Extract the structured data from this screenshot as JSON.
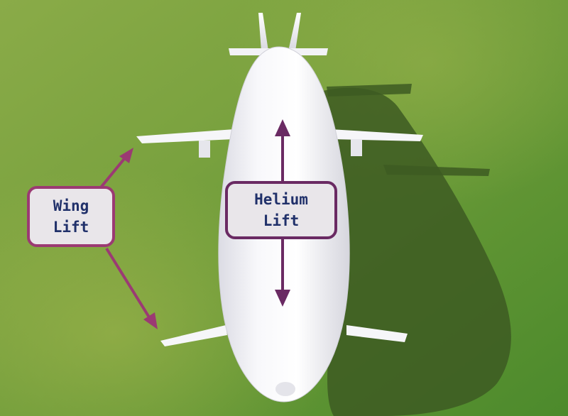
{
  "labels": {
    "wing": [
      "Wing",
      "Lift"
    ],
    "helium": [
      "Helium",
      "Lift"
    ]
  },
  "colors": {
    "ground_light": "#8fb04a",
    "ground_dark": "#4f8a2c",
    "shadow": "#3f5e22",
    "airship_body": "#f3f3f6",
    "wing_arrow": "#9b3a73",
    "helium_arrow": "#6a2a63",
    "label_fill": "#e9e6ea",
    "label_text": "#20306a"
  }
}
